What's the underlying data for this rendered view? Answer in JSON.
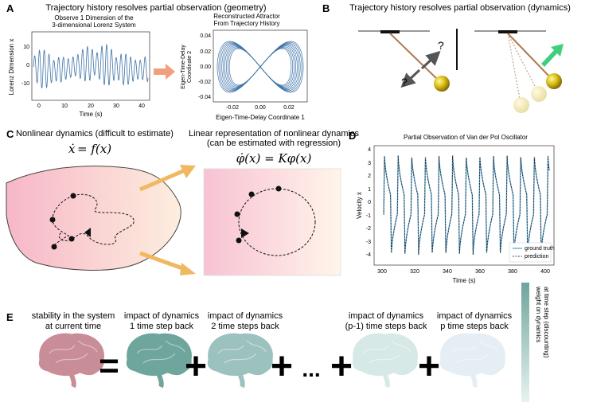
{
  "panels": {
    "A": {
      "label": "A",
      "title": "Trajectory history resolves partial observation (geometry)",
      "left_title_1": "Observe 1 Dimension of the",
      "left_title_2": "3-dimensional Lorenz System",
      "left_ylabel": "Lorenz Dimension x",
      "left_xlabel": "Time (s)",
      "left_xticks": [
        "0",
        "10",
        "20",
        "30",
        "40"
      ],
      "left_yticks": [
        "10",
        "0",
        "-10"
      ],
      "right_title_1": "Reconstructed Attractor",
      "right_title_2": "From Trajectory History",
      "right_ylabel_1": "Eigen-Time-Delay",
      "right_ylabel_2": "Coordinate 2",
      "right_xlabel": "Eigen-Time-Delay Coordinate 1",
      "right_xticks": [
        "-0.02",
        "0.00",
        "0.02"
      ],
      "right_yticks": [
        "0.04",
        "0.02",
        "0.00",
        "-0.02",
        "-0.04"
      ],
      "arrow_color": "#f0a07c"
    },
    "B": {
      "label": "B",
      "title": "Trajectory history resolves partial observation (dynamics)",
      "question_mark": "?",
      "bob_color": "#d4b800",
      "arrow_color": "#3fcf7e"
    },
    "C": {
      "label": "C",
      "left_title": "Nonlinear dynamics (difficult to estimate)",
      "left_eq_lhs": "ẋ",
      "left_eq_rhs": "= f(x)",
      "right_title_1": "Linear representation of nonlinear dynamics",
      "right_title_2": "(can be estimated with regression)",
      "right_eq": "φ̇(x) = Kφ(x)",
      "arrow_color": "#f0b860"
    },
    "D": {
      "label": "D",
      "title": "Partial Observation of Van der Pol Oscillator",
      "ylabel": "Velocity ẋ",
      "xlabel": "Time (s)",
      "xticks": [
        "300",
        "320",
        "340",
        "360",
        "380",
        "400"
      ],
      "yticks": [
        "4",
        "3",
        "2",
        "1",
        "0",
        "-1",
        "-2",
        "-3",
        "-4"
      ],
      "legend": [
        "ground truth",
        "prediction"
      ],
      "truth_color": "#6aaed6"
    },
    "E": {
      "label": "E",
      "term0_1": "stability in the system",
      "term0_2": "at current time",
      "term1_1": "impact of dynamics",
      "term1_2": "1 time step back",
      "term2_1": "impact of dynamics",
      "term2_2": "2 time steps back",
      "term3_1": "impact of dynamics",
      "term3_2": "(p-1) time steps back",
      "term4_1": "impact of dynamics",
      "term4_2": "p time steps back",
      "equals": "=",
      "plus": "+",
      "ellipsis": "...",
      "weight_1": "weight on dynamics",
      "weight_2": "at time step (discounting)",
      "brain_colors": [
        "#c98d98",
        "#6ea59c",
        "#9cc2c0",
        "#d6e9e7",
        "#e4eef4"
      ]
    }
  }
}
